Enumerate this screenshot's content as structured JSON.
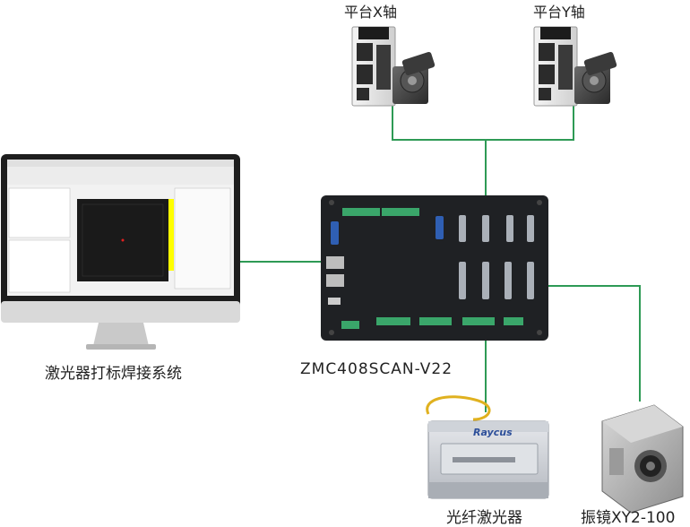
{
  "labels": {
    "axis_x": "平台X轴",
    "axis_y": "平台Y轴",
    "software": "激光器打标焊接系统",
    "controller": "ZMC408SCAN-V22",
    "laser": "光纤激光器",
    "galvo": "振镜XY2-100"
  },
  "laser_brand": "Raycus",
  "colors": {
    "wire": "#2e9a55",
    "controller_body": "#1f2124",
    "terminal_green": "#3aa66a",
    "connector_blue": "#2f5fb3",
    "monitor_frame": "#222222"
  }
}
